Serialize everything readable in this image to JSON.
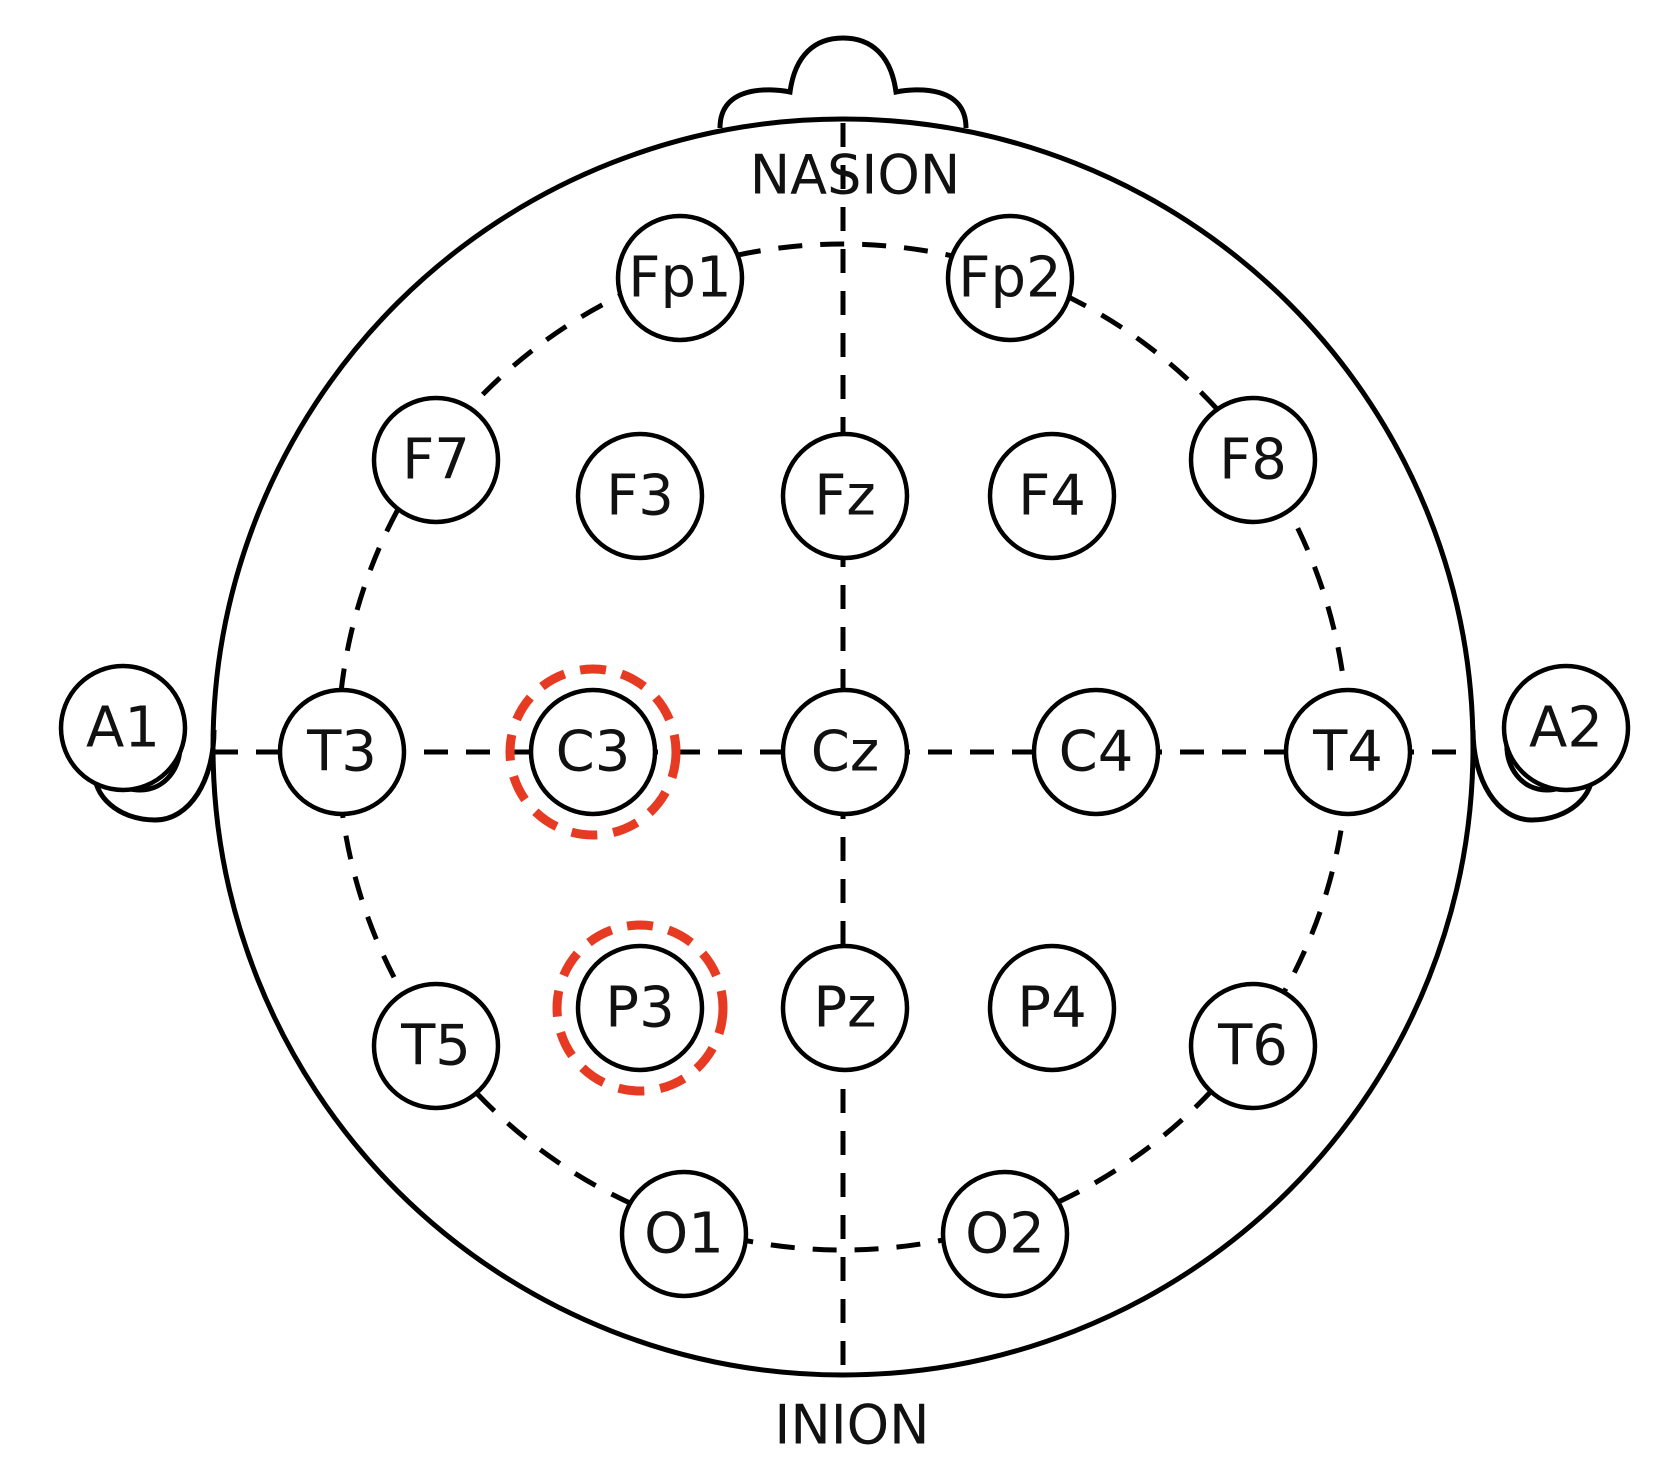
{
  "landmarks": {
    "top": "NASION",
    "bottom": "INION"
  },
  "electrodes": [
    {
      "id": "Fp1",
      "label": "Fp1",
      "highlighted": false
    },
    {
      "id": "Fp2",
      "label": "Fp2",
      "highlighted": false
    },
    {
      "id": "F7",
      "label": "F7",
      "highlighted": false
    },
    {
      "id": "F3",
      "label": "F3",
      "highlighted": false
    },
    {
      "id": "Fz",
      "label": "Fz",
      "highlighted": false
    },
    {
      "id": "F4",
      "label": "F4",
      "highlighted": false
    },
    {
      "id": "F8",
      "label": "F8",
      "highlighted": false
    },
    {
      "id": "A1",
      "label": "A1",
      "highlighted": false
    },
    {
      "id": "T3",
      "label": "T3",
      "highlighted": false
    },
    {
      "id": "C3",
      "label": "C3",
      "highlighted": true
    },
    {
      "id": "Cz",
      "label": "Cz",
      "highlighted": false
    },
    {
      "id": "C4",
      "label": "C4",
      "highlighted": false
    },
    {
      "id": "T4",
      "label": "T4",
      "highlighted": false
    },
    {
      "id": "A2",
      "label": "A2",
      "highlighted": false
    },
    {
      "id": "T5",
      "label": "T5",
      "highlighted": false
    },
    {
      "id": "P3",
      "label": "P3",
      "highlighted": true
    },
    {
      "id": "Pz",
      "label": "Pz",
      "highlighted": false
    },
    {
      "id": "P4",
      "label": "P4",
      "highlighted": false
    },
    {
      "id": "T6",
      "label": "T6",
      "highlighted": false
    },
    {
      "id": "O1",
      "label": "O1",
      "highlighted": false
    },
    {
      "id": "O2",
      "label": "O2",
      "highlighted": false
    }
  ],
  "colors": {
    "outline": "#000000",
    "highlight": "#e63a22"
  }
}
